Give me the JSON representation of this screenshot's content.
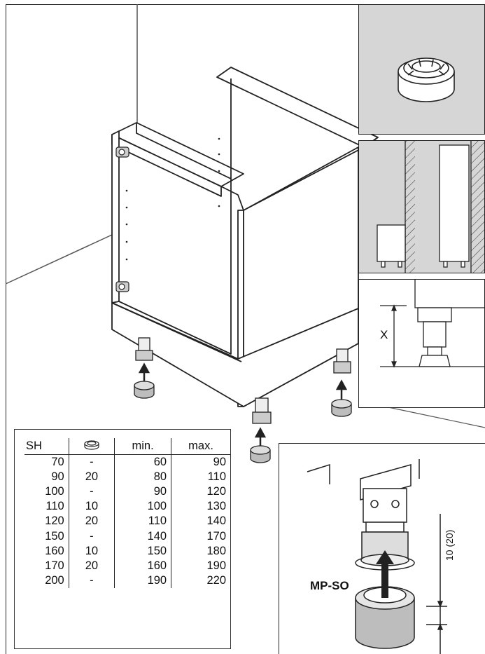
{
  "figure": {
    "x_label": "X",
    "part_label": "MP-SO",
    "dimension_label": "10 (20)"
  },
  "icons": {
    "spacer_ring": "spacer-ring-icon"
  },
  "table": {
    "headers": [
      "SH",
      "",
      "min.",
      "max."
    ],
    "rows": [
      [
        "70",
        "-",
        "60",
        "90"
      ],
      [
        "90",
        "20",
        "80",
        "110"
      ],
      [
        "100",
        "-",
        "90",
        "120"
      ],
      [
        "110",
        "10",
        "100",
        "130"
      ],
      [
        "120",
        "20",
        "110",
        "140"
      ],
      [
        "150",
        "-",
        "140",
        "170"
      ],
      [
        "160",
        "10",
        "150",
        "180"
      ],
      [
        "170",
        "20",
        "160",
        "190"
      ],
      [
        "200",
        "-",
        "190",
        "220"
      ]
    ]
  },
  "colors": {
    "panel_gray": "#d6d6d6",
    "line": "#222222",
    "foot_gray": "#bdbdbd"
  }
}
